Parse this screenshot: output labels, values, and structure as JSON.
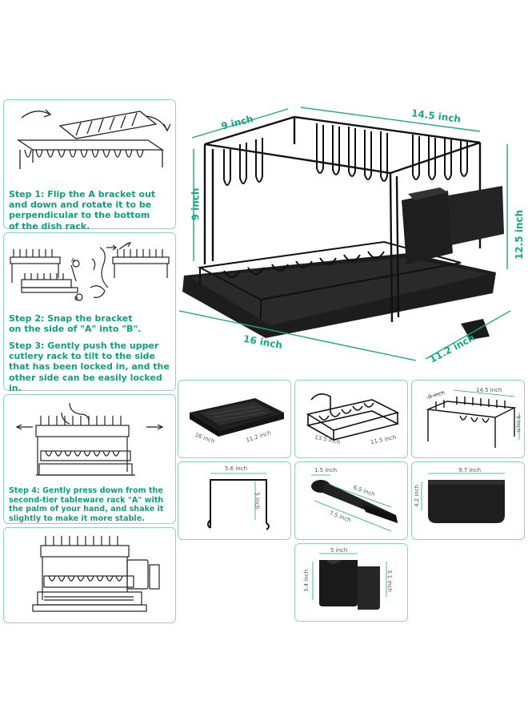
{
  "steps": {
    "step1": [
      "Step 1: Flip the A bracket out",
      "and down and rotate it to be",
      "perpendicular to the bottom",
      "of the dish rack."
    ],
    "step2": [
      "Step 2: Snap the bracket",
      "on the side of \"A\" into \"B\"."
    ],
    "step3": [
      "Step 3: Gently push the upper",
      "cutlery rack to tilt to the side",
      "that has been locked in, and the",
      "other side can be easily locked in."
    ],
    "step4": [
      "Step 4: Gently press down from the",
      "second-tier tableware rack \"A\" with",
      "the palm of your hand, and shake it",
      "slightly to make it more stable."
    ],
    "markers": {
      "a": "A",
      "b": "B"
    }
  },
  "main_dims": {
    "depth_top": "9 inch",
    "width_top": "14.5 inch",
    "height_left": "9 inch",
    "height_right": "12.5 inch",
    "base_width": "16 inch",
    "base_depth": "11.2 inch"
  },
  "parts": {
    "tray": {
      "w": "16 inch",
      "d": "11.2 inch"
    },
    "lower_rack": {
      "w": "13.5 inch",
      "d": "11.5 inch"
    },
    "upper_rack": {
      "d": "9 inch",
      "w": "14.5 inch",
      "h": "9 inch"
    },
    "bracket": {
      "w": "5.6 inch",
      "h": "5 inch"
    },
    "spout": {
      "a": "1.5 inch",
      "b": "6.5 inch",
      "c": "7.5 inch"
    },
    "utensil_cup": {
      "w": "9.7 inch",
      "h": "4.2 inch"
    },
    "knife_block": {
      "w": "5 inch",
      "h1": "3.4 inch",
      "h2": "3.1 inch"
    }
  }
}
